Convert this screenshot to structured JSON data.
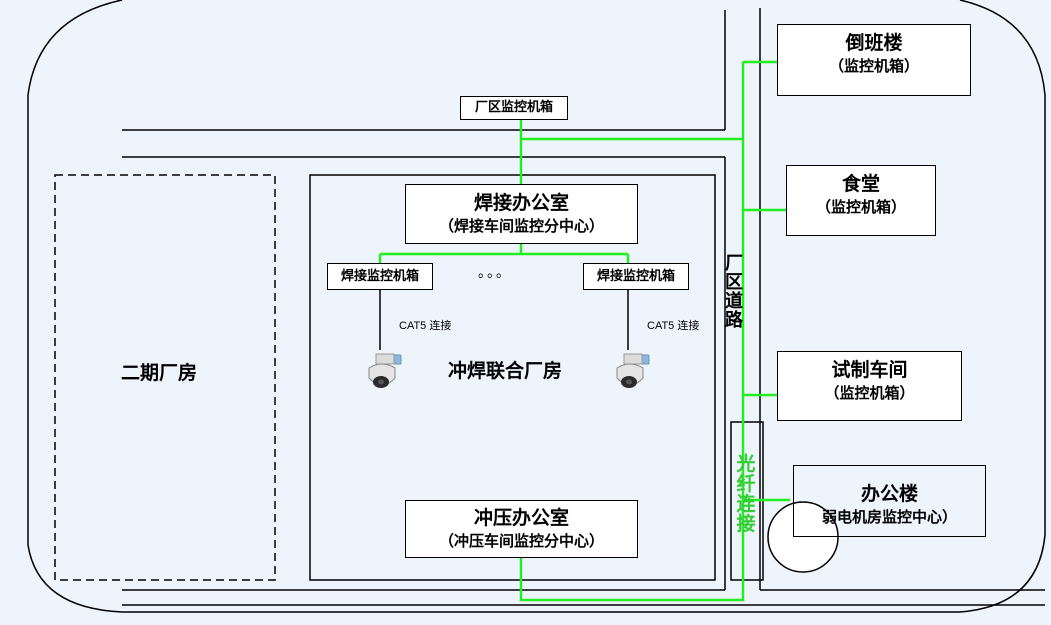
{
  "labels": {
    "factory_monitor_box": "厂区监控机箱",
    "welding_office": {
      "title": "焊接办公室",
      "subtitle": "（焊接车间监控分中心）"
    },
    "welding_box_left": "焊接监控机箱",
    "welding_box_right": "焊接监控机箱",
    "ellipsis": "。。。",
    "cat5_left": "CAT5 连接",
    "cat5_right": "CAT5 连接",
    "main_plant": "冲焊联合厂房",
    "phase2_plant": "二期厂房",
    "stamping_office": {
      "title": "冲压办公室",
      "subtitle": "（冲压车间监控分中心）"
    },
    "shift_building": {
      "title": "倒班楼",
      "subtitle": "（监控机箱）"
    },
    "canteen": {
      "title": "食堂",
      "subtitle": "（监控机箱）"
    },
    "trial_workshop": {
      "title": "试制车间",
      "subtitle": "（监控机箱）"
    },
    "office_building": {
      "title": "办公楼",
      "subtitle": "弱电机房监控中心）"
    },
    "factory_road": "厂区道路",
    "fiber_connection": "光纤连接"
  },
  "colors": {
    "line": "#000000",
    "fiber_link": "#22ee22",
    "fiber_text": "#33cc33",
    "background": "#eef4fb",
    "camera_body": "#e4e4e4",
    "camera_lens": "#2b2b2b",
    "camera_tag": "#8ab8e0"
  },
  "icons": {
    "camera_left": "dome-camera-icon",
    "camera_right": "dome-camera-icon"
  }
}
